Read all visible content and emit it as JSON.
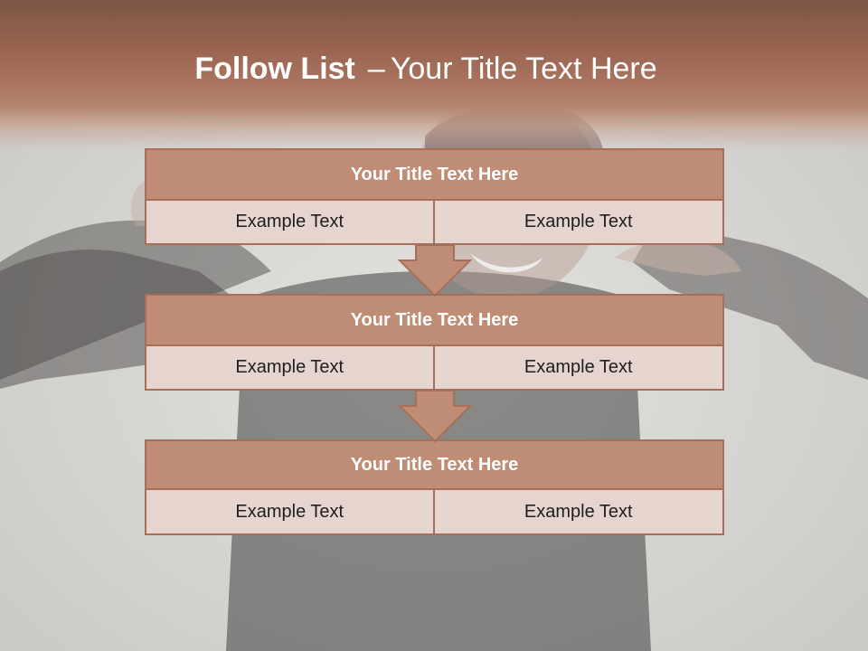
{
  "slide": {
    "title_bold": "Follow List",
    "title_dash": "–",
    "title_rest": "Your Title Text Here"
  },
  "steps": [
    {
      "title": "Your Title Text Here",
      "left": "Example Text",
      "right": "Example Text"
    },
    {
      "title": "Your Title Text Here",
      "left": "Example Text",
      "right": "Example Text"
    },
    {
      "title": "Your Title Text Here",
      "left": "Example Text",
      "right": "Example Text"
    }
  ],
  "colors": {
    "header_band": "#93604d",
    "block_head": "#bf8c76",
    "block_cell": "#e6d4cf",
    "border": "#a86f58",
    "arrow": "#bf8c76"
  }
}
